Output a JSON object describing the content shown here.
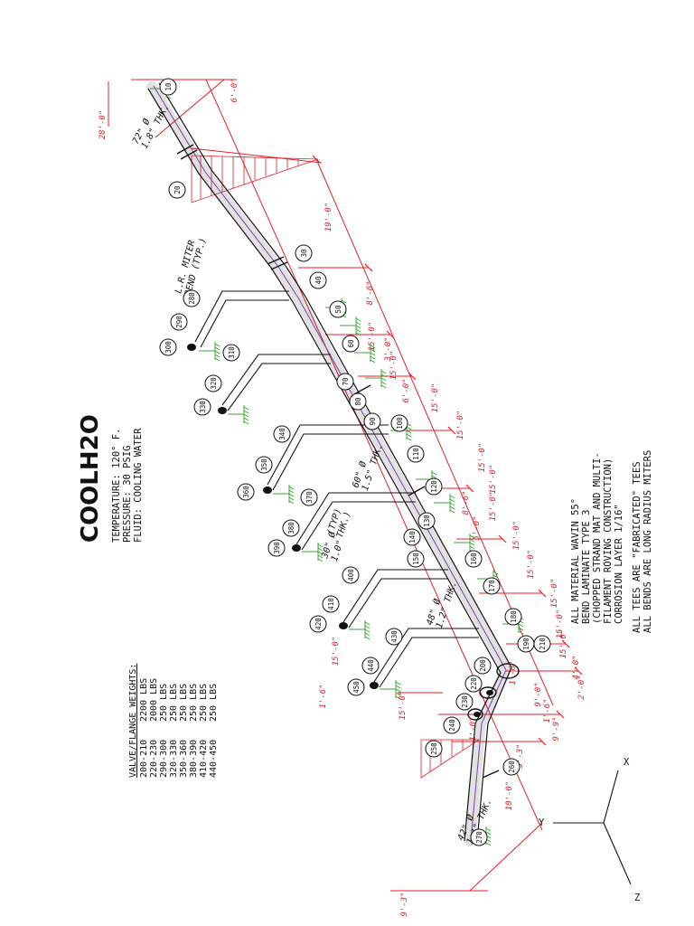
{
  "title": "COOLH2O",
  "conditions": {
    "temperature": "TEMPERATURE: 120° F.",
    "pressure": "PRESSURE: 30 PSIG",
    "fluid": "FLUID: COOLING WATER"
  },
  "weights": {
    "heading": "VALVE/FLANGE WEIGHTS:",
    "rows": [
      {
        "range": "200-210",
        "weight": "2200 LBS"
      },
      {
        "range": "220-230",
        "weight": "2000 LBS"
      },
      {
        "range": "290-300",
        "weight": "250 LBS"
      },
      {
        "range": "320-330",
        "weight": "250 LBS"
      },
      {
        "range": "350-360",
        "weight": "250 LBS"
      },
      {
        "range": "380-390",
        "weight": "250 LBS"
      },
      {
        "range": "410-420",
        "weight": "250 LBS"
      },
      {
        "range": "440-450",
        "weight": "250 LBS"
      }
    ]
  },
  "notes": {
    "material": [
      "ALL MATERIAL WAVIN 55°",
      "BEND LAMINATE TYPE 3",
      "(CHOPPED STRAND MAT AND MULTI-",
      "FILAMENT ROVING CONSTRUCTION)",
      "CORROSION LAYER 1/16\""
    ],
    "fittings": [
      "ALL TEES ARE \"FABRICATED\" TEES",
      "ALL BENDS ARE LONG RADIUS MITERS"
    ]
  },
  "pipe_specs": {
    "p72_dia": "72\" Ø",
    "p72_thk": "1.8\" THK.",
    "p60_dia": "60\" Ø",
    "p60_thk": "1.5\" THK.",
    "p48_dia": "48\" Ø",
    "p48_thk": "1.2\" THK.",
    "p42_dia": "42\" Ø",
    "p42_thk": "1.1\" THK.",
    "p30_dia": "30\" Ø",
    "p30_thk": "1.0\"",
    "p30_typ": "(TYP)",
    "p30_thk2": "THK.)",
    "miter_1": "L.R. MITER",
    "miter_2": "BEND (TYP.)"
  },
  "axes": {
    "x": "X",
    "y": "Y",
    "z": "Z"
  },
  "nodes": [
    "10",
    "20",
    "30",
    "40",
    "50",
    "60",
    "70",
    "80",
    "90",
    "100",
    "110",
    "120",
    "130",
    "140",
    "150",
    "160",
    "170",
    "180",
    "190",
    "200",
    "210",
    "220",
    "230",
    "240",
    "250",
    "260",
    "270",
    "280",
    "290",
    "300",
    "310",
    "320",
    "330",
    "340",
    "350",
    "360",
    "370",
    "380",
    "390",
    "400",
    "410",
    "420",
    "430",
    "440",
    "450"
  ],
  "dims": {
    "d_28": "28'-0\"",
    "d_6_0_top": "6'-0\"",
    "d_19": "19'-0\"",
    "d_8_6": "8'-6\"",
    "d_15_a": "15'-0\"",
    "d_3_0": "3'-0\"",
    "d_15_b": "15'-0\"",
    "d_6_0": "6'-0\"",
    "d_15_c": "15'-0\"",
    "d_15_d": "15'-0\"",
    "d_15_e": "15'-0\"",
    "d_15_f": "15'-0\"",
    "d_8_6_b": "8'-6\"",
    "d_15_g": "15'-0\"",
    "d_5_0": "5'-0\"",
    "d_15_h": "15'-0\"",
    "d_15_i": "15'-0\"",
    "d_15_j": "15'-0\"",
    "d_15_k": "15'-0\"",
    "d_15_l": "15'-0\"",
    "d_4_0": "4'-0\"",
    "d_2_0": "2'-0\"",
    "d_1_6": "1'-6\"",
    "d_9_0": "9'-0\"",
    "d_1_6_b": "1'-6\"",
    "d_9_9": "9'-9\"",
    "d_1_0": "1'-0\"",
    "d_9_3_b": "9'-3\"",
    "d_10_0": "10'-0\"",
    "d_9_3": "9'-3\"",
    "d_15_m": "15'-0\"",
    "d_1_6_c": "1'-6\"",
    "d_15_n": "15'-0\""
  }
}
